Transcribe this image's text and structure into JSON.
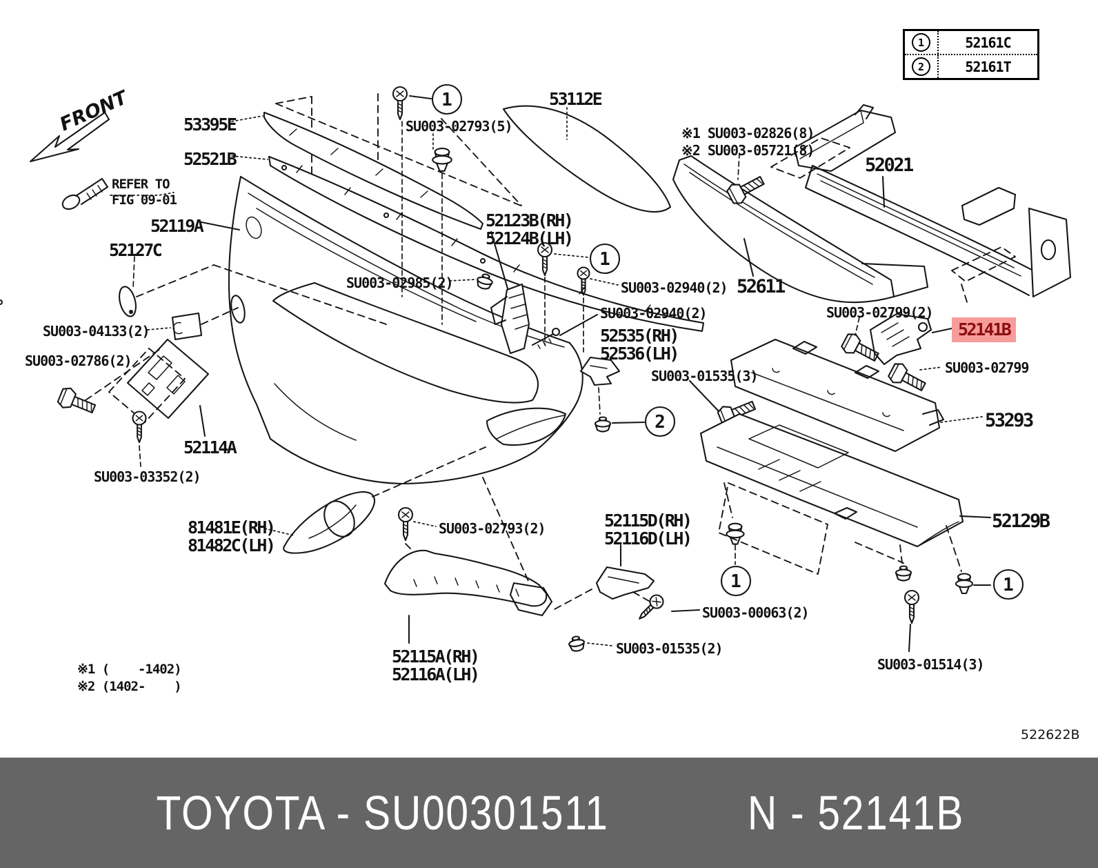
{
  "colors": {
    "line": "#161616",
    "highlight_bg": "#f89b9b",
    "highlight_text": "#8a0f0f",
    "footer_bg": "#656565",
    "footer_text": "#ffffff"
  },
  "front_arrow": {
    "label": "FRONT"
  },
  "refer_note": {
    "line1": "REFER TO",
    "line2": "FIG 09-01"
  },
  "ref_table": {
    "rows": [
      {
        "num": "1",
        "code": "52161C"
      },
      {
        "num": "2",
        "code": "52161T"
      }
    ]
  },
  "callouts": {
    "a": "1",
    "b": "1",
    "c": "2",
    "d": "1",
    "e": "1"
  },
  "labels": {
    "p53395E": "53395E",
    "p52521B": "52521B",
    "p52119A": "52119A",
    "p52127C": "52127C",
    "p53112E": "53112E",
    "su02793_5": "SU003-02793(5)",
    "n1": "※1 SU003-02826(8)",
    "n2": "※2 SU003-05721(8)",
    "p52021": "52021",
    "p52123B": "52123B(RH)",
    "p52124B": "52124B(LH)",
    "su02985": "SU003-02985(2)",
    "su02940a": "SU003-02940(2)",
    "su02940b": "SU003-02940(2)",
    "p52611": "52611",
    "su02799_2": "SU003-02799(2)",
    "p52141B": "52141B",
    "su02799": "SU003-02799",
    "p52535": "52535(RH)",
    "p52536": "52536(LH)",
    "su01535_3": "SU003-01535(3)",
    "p53293": "53293",
    "su04133": "SU003-04133(2)",
    "su02786": "SU003-02786(2)",
    "p52114A": "52114A",
    "su03352": "SU003-03352(2)",
    "p81481E": "81481E(RH)",
    "p81482C": "81482C(LH)",
    "su02793_2": "SU003-02793(2)",
    "p52115D": "52115D(RH)",
    "p52116D": "52116D(LH)",
    "su00063": "SU003-00063(2)",
    "su01535_2": "SU003-01535(2)",
    "p52115A": "52115A(RH)",
    "p52116A": "52116A(LH)",
    "p52129B": "52129B",
    "su01514": "SU003-01514(3)"
  },
  "footnotes": {
    "line1": "※1 (    -1402)",
    "line2": "※2 (1402-    )"
  },
  "diagram_code": "522622B",
  "footer": {
    "left": "TOYOTA - SU00301511",
    "right": "N - 52141B"
  }
}
